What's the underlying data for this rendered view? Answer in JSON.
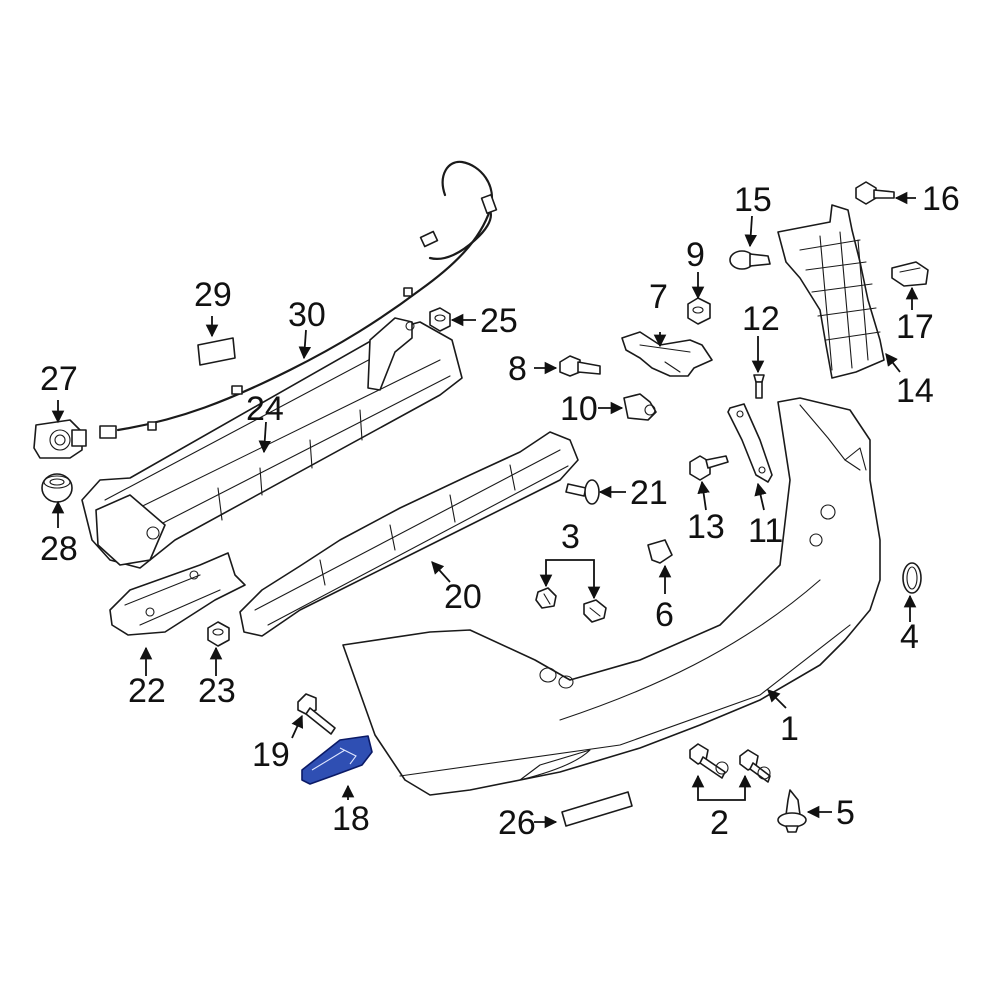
{
  "diagram": {
    "highlight_color": "#2f4fb3",
    "callouts": {
      "c1": "1",
      "c2": "2",
      "c3": "3",
      "c4": "4",
      "c5": "5",
      "c6": "6",
      "c7": "7",
      "c8": "8",
      "c9": "9",
      "c10": "10",
      "c11": "11",
      "c12": "12",
      "c13": "13",
      "c14": "14",
      "c15": "15",
      "c16": "16",
      "c17": "17",
      "c18": "18",
      "c19": "19",
      "c20": "20",
      "c21": "21",
      "c22": "22",
      "c23": "23",
      "c24": "24",
      "c25": "25",
      "c26": "26",
      "c27": "27",
      "c28": "28",
      "c29": "29",
      "c30": "30"
    }
  }
}
